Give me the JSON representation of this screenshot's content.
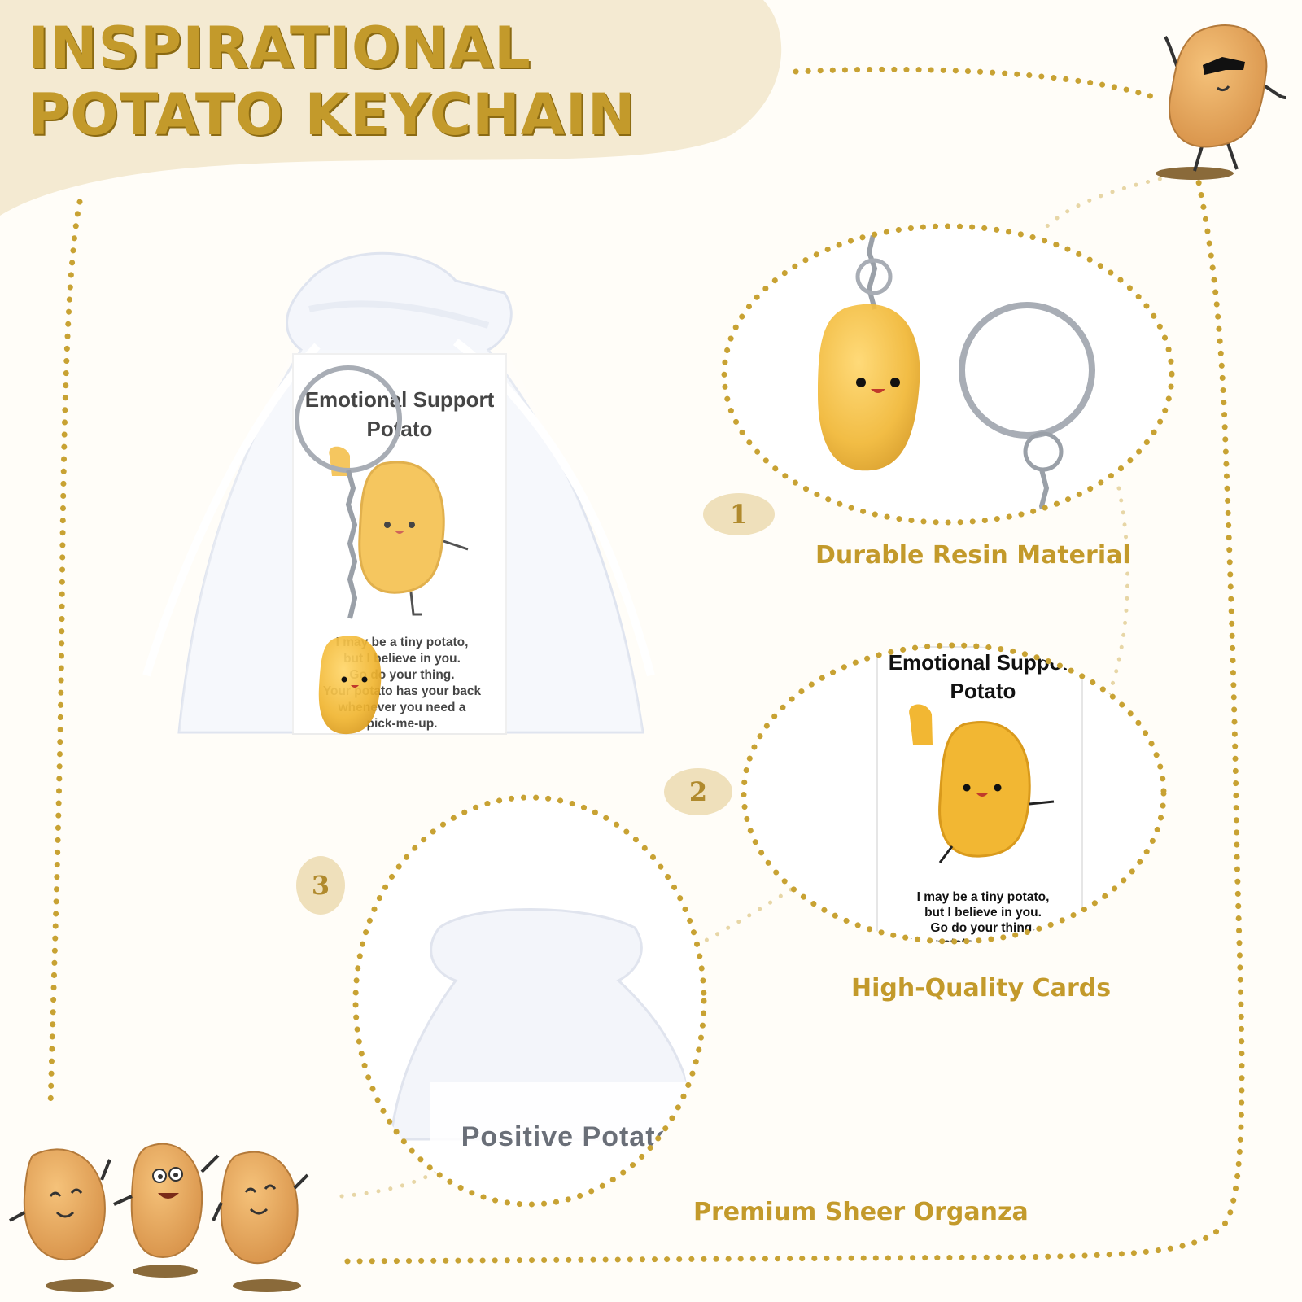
{
  "title": {
    "line1": "INSPIRATIONAL",
    "line2": "POTATO KEYCHAIN"
  },
  "colors": {
    "gold": "#c39a2b",
    "dots": "#c8a233",
    "badge": "#efe0bb",
    "banner": "#f4ead2",
    "potato": "#f2b733"
  },
  "main_card": {
    "heading_line1": "Emotional Support",
    "heading_line2": "Potato",
    "message": [
      "I may be a tiny potato,",
      "but I believe in you.",
      "Go do your thing.",
      "Your potato has your back",
      "whenever you need a",
      "pick-me-up."
    ]
  },
  "detail_card": {
    "heading_line1": "Emotional Support",
    "heading_line2": "Potato",
    "message": [
      "I may be a tiny potato,",
      "but I believe in you.",
      "Go do your thing.",
      "Your potato has your back"
    ]
  },
  "bag_text": "Positive Potato",
  "features": [
    {
      "number": "1",
      "label": "Durable Resin Material"
    },
    {
      "number": "2",
      "label": "High-Quality Cards"
    },
    {
      "number": "3",
      "label": "Premium Sheer Organza"
    }
  ],
  "icons": [
    "potato-sunglasses-icon",
    "potato-trio-icon",
    "keyring-icon",
    "potato-keychain-icon",
    "organza-bag-icon"
  ]
}
